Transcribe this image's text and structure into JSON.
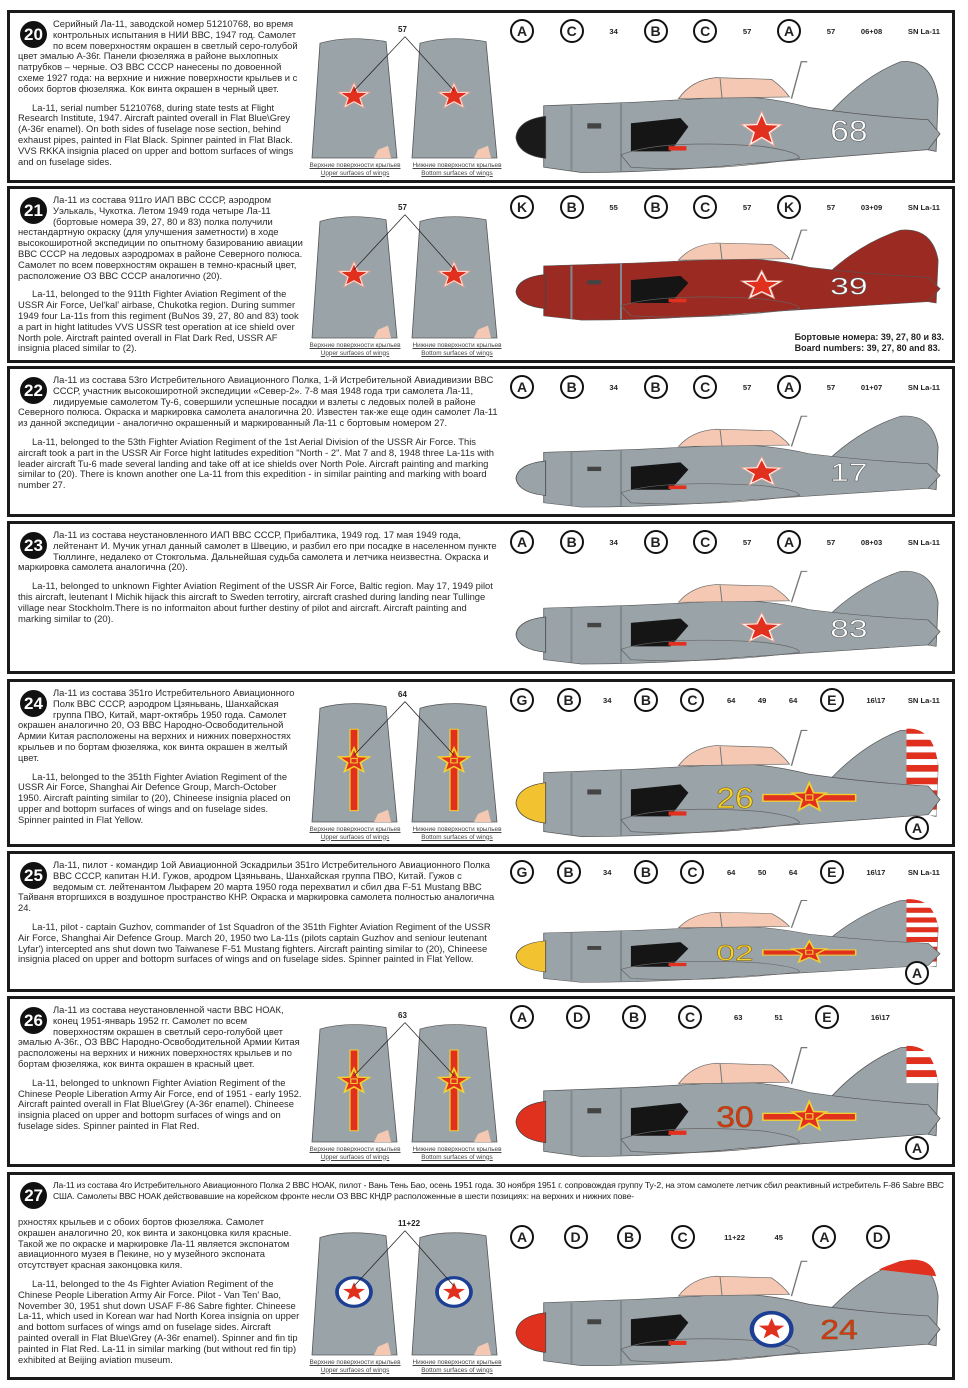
{
  "wing_labels": {
    "upper_ru": "Верхние поверхности крыльев",
    "upper_en": "Upper surfaces of wings",
    "lower_ru": "Нижние поверхности крыльев",
    "lower_en": "Bottom surfaces of wings"
  },
  "sections": [
    {
      "num": "20",
      "ru": "Серийный Ла-11, заводской номер 51210768, во время контрольных испытания в НИИ ВВС, 1947 год. Самолет по всем поверхностям окрашен в светлый серо-голубой цвет эмалью А-36г. Панели фюзеляжа в районе выхлопных патрубков – черные. ОЗ ВВС СССР нанесены по довоенной схеме 1927 года:  на верхние и нижние поверхности крыльев и с обоих бортов фюзеляжа. Кок винта окрашен в черный цвет.",
      "en": "La-11, serial number 51210768, during state tests at Flight Research Institute, 1947. Aircraft painted overall in Flat Blue\\Grey (A-36г enamel). On both sides of fuselage nose section, behind exhaust pipes, painted in Flat Black. Spinner painted in Flat Black. VVS RKKA insignia placed on upper and bottom surfaces of wings and on fuselage sides.",
      "wing_number": "57",
      "callouts": [
        "A",
        "C",
        "34",
        "B",
        "C",
        "57",
        "A",
        "57",
        "06+08",
        "SN La-11"
      ],
      "board_number": "68",
      "insignia": "soviet",
      "colors": {
        "body": "#9aa3a8",
        "spinner": "#1a1a1a",
        "board": "#ffffff",
        "fin": "none"
      }
    },
    {
      "num": "21",
      "ru": "Ла-11 из состава 911го ИАП ВВС СССР, аэродром Уэлькаль, Чукотка. Летом 1949 года четыре Ла-11 (бортовые номера 39, 27, 80 и 83) полка получили нестандартную окраску (для улучшения заметности) в ходе высокоширотной экспедиции по опытному базированию авиации ВВС СССР на ледовых аэродромах в районе Северного полюса. Самолет по всем поверхностям окрашен в темно-красный цвет, расположение ОЗ ВВС СССР аналогично (20).",
      "en": "La-11, belonged to the 911th Fighter Aviation Regiment of the USSR Air Force, Uel'kal' airbase, Chukotka region. During summer 1949 four La-11s from this regiment (BuNos 39, 27, 80 and 83) took a part in hight latitudes VVS USSR test operation at ice shield over North pole. Airctraft painted overall in Flat Dark Red, USSR AF insignia placed similar to (2).",
      "wing_number": "57",
      "callouts": [
        "K",
        "B",
        "55",
        "B",
        "C",
        "57",
        "K",
        "57",
        "03+09",
        "SN La-11"
      ],
      "board_number": "39",
      "board_note_ru": "Бортовые номера: 39, 27, 80 и 83.",
      "board_note_en": "Board numbers: 39, 27, 80 and 83.",
      "insignia": "soviet",
      "colors": {
        "body": "#9b2a22",
        "spinner": "#9b2a22",
        "board": "#ffffff",
        "fin": "none"
      }
    },
    {
      "num": "22",
      "ru": "Ла-11 из состава 53го Истребительного Авиационного Полка, 1-й Истребительной Авиадивизии ВВС СССР, участник высокоширотной экспедиции «Север-2». 7-8 мая 1948 года три самолета Ла-11,  лидируемые самолетом Ту-6, совершили успешные посадки и взлеты с ледовых полей в районе Северного полюса. Окраска и маркировка самолета аналогична 20. Известен так-же еще один самолет Ла-11 из данной экспедиции - аналогично окрашенный и маркированный Ла-11 с бортовым номером 27.",
      "en": "La-11, belonged to the 53th Fighter Aviation Regiment of the 1st Aerial Division of the USSR Air Force. This aircraft took a part in the USSR Air Force hight latitudes expedition \"North - 2\". Mat 7 and 8, 1948 three La-11s with leader aircraft Tu-6 made several landing and take off at ice shields over North Pole. Aircraft painting and marking similar to (20). There is known another one La-11 from this expedition - in similar painting and marking with board number 27.",
      "callouts": [
        "A",
        "B",
        "34",
        "B",
        "C",
        "57",
        "A",
        "57",
        "01+07",
        "SN La-11"
      ],
      "board_number": "17",
      "insignia": "soviet",
      "colors": {
        "body": "#9aa3a8",
        "spinner": "#9aa3a8",
        "board": "#ffffff",
        "fin": "none"
      }
    },
    {
      "num": "23",
      "ru": "Ла-11 из состава неустановленного ИАП ВВС СССР, Прибалтика, 1949 год. 17 мая 1949 года, лейтенант И. Мучик угнал данный самолет в Швецию, и разбил его при посадке в населенном пункте Тюллинге, недалеко от Стокгольма. Дальнейшая судьба самолета и летчика неизвестна. Окраска и маркировка самолета аналогична (20).",
      "en": "La-11, belonged to unknown Fighter Aviation Regiment of the USSR Air Force, Baltic region. May 17, 1949 pilot this aircraft, leutenant I Michik hijack this aircraft to Sweden terrotiry, aircraft crashed during landing near Tullinge village near Stockholm.There is no informaiton about further destiny of pilot and aircraft. Aircraft painting and marking similar to (20).",
      "callouts": [
        "A",
        "B",
        "34",
        "B",
        "C",
        "57",
        "A",
        "57",
        "08+03",
        "SN La-11"
      ],
      "board_number": "83",
      "insignia": "soviet",
      "colors": {
        "body": "#9aa3a8",
        "spinner": "#9aa3a8",
        "board": "#ffffff",
        "fin": "none"
      }
    },
    {
      "num": "24",
      "ru": "Ла-11 из состава 351го Истребительного Авиационного Полк ВВС СССР, аэродром Цзяньвань, Шанхайская группа ПВО, Китай, март-октябрь 1950 года. Самолет окрашен аналогично 20, ОЗ ВВС Народно-Освободительной Армии Китая расположены на верхних и нижних поверхностях крыльев и по бортам фюзеляжа, кок винта окрашен в желтый цвет.",
      "en": "La-11, belonged to the 351th Fighter Aviation Regiment of the USSR Air Force, Shanghai Air Defence Group, March-October 1950.  Aircraft painting  similar to (20), Chineese insignia placed on upper and bottopm surfaces of wings and on fuselage sides. Spinner painted in Flat Yellow.",
      "wing_number": "64",
      "callouts": [
        "G",
        "B",
        "34",
        "B",
        "C",
        "64",
        "49",
        "64",
        "E",
        "16\\17",
        "SN La-11"
      ],
      "bottom_callout": "A",
      "board_number": "26",
      "insignia": "chinese",
      "colors": {
        "body": "#9aa3a8",
        "spinner": "#f2c230",
        "board": "#f2d230",
        "fin": "rudder-stripes"
      }
    },
    {
      "num": "25",
      "ru": "Ла-11, пилот -  командир 1ой Авиационной Эскадрильи 351го Истребительного Авиационного Полка ВВС СССР, капитан Н.И. Гужов, ародром Цзяньвань, Шанхайская группа ПВО, Китай. Гужов с ведомым ст. лейтенантом Лыфарем 20 марта 1950 года перехватил и сбил два F-51 Mustang ВВС Тайваня вторгшихся в воздушное пространство КНР. Окраска и маркировка самолета полностью аналогична 24.",
      "en": "La-11, pilot - captain Guzhov, commander of 1st Squadron of the 351th Fighter Aviation Regiment of the USSR Air Force, Shanghai Air Defence Group. March 20, 1950 two La-11s (pilots captain Guzhov and seniour leutenant Lyfar') intercepted ans shut down two Taiwanese F-51 Mustang fighters. Aircraft painting  similar to (20), Chineese insignia placed on upper and bottopm surfaces of wings and on fuselage sides. Spinner painted in Flat Yellow.",
      "callouts": [
        "G",
        "B",
        "34",
        "B",
        "C",
        "64",
        "50",
        "64",
        "E",
        "16\\17",
        "SN La-11"
      ],
      "bottom_callout": "A",
      "board_number": "02",
      "insignia": "chinese",
      "colors": {
        "body": "#9aa3a8",
        "spinner": "#f2c230",
        "board": "#f2d230",
        "fin": "rudder-stripes"
      }
    },
    {
      "num": "26",
      "ru": "Ла-11 из состава неустановленной части ВВС НОАК, конец 1951-январь 1952 гг. Самолет по всем поверхностям окрашен в светлый серо-голубой цвет эмалью А-36г., ОЗ ВВС Народно-Освободительной Армии Китая расположены на верхних и нижних поверхностях крыльев и по бортам фюзеляжа, кок винта окрашен в красный цвет.",
      "en": "La-11, belonged to unknown Fighter Aviation Regiment of the Chinese People Liberation Army Air Force, end of 1951 - early 1952. Aircraft painted overall in Flat Blue\\Grey (A-36г enamel). Chineese insignia placed on upper and bottopm surfaces of wings and on fuselage sides. Spinner painted in Flat Red.",
      "wing_number": "63",
      "callouts": [
        "A",
        "D",
        "B",
        "C",
        "63",
        "51",
        "E",
        "16\\17"
      ],
      "bottom_callout": "A",
      "board_number": "30",
      "insignia": "chinese",
      "colors": {
        "body": "#9aa3a8",
        "spinner": "#e0301e",
        "board": "#e0301e",
        "fin": "top-stripes"
      }
    },
    {
      "num": "27",
      "ru_lead": "Ла-11 из состава 4го Истребительного Авиационного Полка 2 ВВС НОАК, пилот - Вань Тень Бао, осень 1951 года. 30 ноября 1951 г. сопровождая группу Ту-2, на этом самолете летчик сбил реактивный истребитель F-86 Sabre ВВС США. Самолеты ВВС НОАК действовавшие на корейском фронте несли ОЗ ВВС КНДР расположенные в шести позициях:  на верхних и нижних пове-",
      "ru": "рхностях крыльев и с обоих бортов фюзеляжа. Самолет окрашен аналогично 20, кок винта и законцовка киля красные. Такой же по окраске и маркировке Ла-11 является экспонатом авиационного музея в Пекине, но у музейного экспоната отсутствует красная законцовка киля.",
      "en": "La-11, belonged to the 4s Fighter Aviation Regiment of the Chinese People Liberation Army Air Force. Pilot - Van Ten' Bao, November 30, 1951 shut down USAF F-86 Sabre fighter. Chineese La-11, which used in Korean war had North Korea insignia on upper and bottom surfaces of wings amd on fuselage sides. Aircraft painted overall in Flat Blue\\Grey (A-36г enamel). Spinner and fin tip painted in Flat Red.  La-11 in similar marking (but without red fin tip) exhibited at Beijing aviation museum.",
      "wing_number": "11+22",
      "callouts": [
        "A",
        "D",
        "B",
        "C",
        "11+22",
        "45",
        "A",
        "D"
      ],
      "board_number": "24",
      "insignia": "nk",
      "colors": {
        "body": "#9aa3a8",
        "spinner": "#e0301e",
        "board": "#e0301e",
        "fin": "red-tip"
      }
    }
  ]
}
